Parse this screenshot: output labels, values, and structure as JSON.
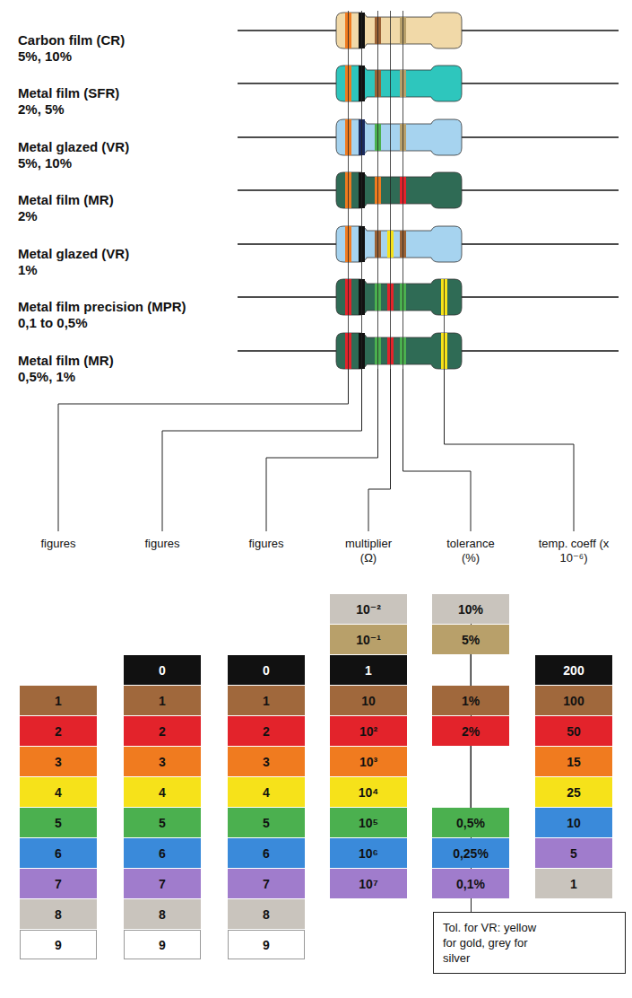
{
  "diagram": {
    "nodes": [
      {
        "text": [
          "1"
        ]
      },
      {
        "text": [
          "2"
        ]
      },
      {
        "text": [
          "3"
        ]
      },
      {
        "text": [
          "4"
        ]
      },
      {
        "text": [
          "5"
        ]
      },
      {
        "text": [
          "6"
        ]
      },
      {
        "text": [
          "7"
        ]
      },
      {
        "text": [
          "8"
        ]
      },
      {
        "text": [
          "9"
        ]
      },
      {
        "text": [
          "0"
        ]
      },
      {
        "text": [
          "1"
        ]
      },
      {
        "text": [
          "2"
        ]
      },
      {
        "text": [
          "3"
        ]
      },
      {
        "text": [
          "4"
        ]
      },
      {
        "text": [
          "5"
        ]
      },
      {
        "text": [
          "6"
        ]
      },
      {
        "text": [
          "7"
        ]
      },
      {
        "text": [
          "8"
        ]
      },
      {
        "text": [
          "9"
        ]
      },
      {
        "text": [
          "0"
        ]
      },
      {
        "text": [
          "1"
        ]
      },
      {
        "text": [
          "2"
        ]
      },
      {
        "text": [
          "3"
        ]
      },
      {
        "text": [
          "4"
        ]
      },
      {
        "text": [
          "5"
        ]
      },
      {
        "text": [
          "6"
        ]
      },
      {
        "text": [
          "7"
        ]
      },
      {
        "text": [
          "8"
        ]
      },
      {
        "text": [
          "9"
        ]
      },
      {
        "text": [
          "10⁻²"
        ]
      },
      {
        "text": [
          "10⁻¹"
        ]
      },
      {
        "text": [
          "1"
        ]
      },
      {
        "text": [
          "10"
        ]
      },
      {
        "text": [
          "10²"
        ]
      },
      {
        "text": [
          "10³"
        ]
      },
      {
        "text": [
          "10⁴"
        ]
      },
      {
        "text": [
          "10⁵"
        ]
      },
      {
        "text": [
          "10⁶"
        ]
      },
      {
        "text": [
          "10⁷"
        ]
      },
      {
        "text": [
          "10%"
        ]
      },
      {
        "text": [
          "5%"
        ]
      },
      {
        "text": [
          "1%"
        ]
      },
      {
        "text": [
          "2%"
        ]
      },
      {
        "text": [
          "0,5%"
        ]
      },
      {
        "text": [
          "0,25%"
        ]
      },
      {
        "text": [
          "0,1%"
        ]
      },
      {
        "text": [
          "200"
        ]
      },
      {
        "text": [
          "100"
        ]
      },
      {
        "text": [
          "50"
        ]
      },
      {
        "text": [
          "15"
        ]
      },
      {
        "text": [
          "25"
        ]
      },
      {
        "text": [
          "10"
        ]
      },
      {
        "text": [
          "5"
        ]
      },
      {
        "text": [
          "1"
        ]
      },
      {
        "text": [
          "Tol. for VR: yellow for gold, grey for silver"
        ]
      }
    ],
    "edges": [
      {
        "from": 40,
        "to": 41,
        "arrow": "none"
      },
      {
        "from": 42,
        "to": 43,
        "arrow": "none"
      },
      {
        "from": 39,
        "to": 54,
        "arrow": "none"
      }
    ],
    "labels": [
      "Carbon film (CR)",
      "5%, 10%",
      "Metal film (SFR)",
      "2%, 5%",
      "Metal glazed (VR)",
      "5%, 10%",
      "Metal film (MR)",
      "2%",
      "Metal glazed (VR)",
      "1%",
      "Metal film precision (MPR)",
      "0,1 to 0,5%",
      "Metal film (MR)",
      "0,5%, 1%",
      "figures",
      "figures",
      "figures",
      "multiplier (Ω)",
      "tolerance (%)",
      "temp. coeff (x 10⁻⁶)"
    ]
  }
}
